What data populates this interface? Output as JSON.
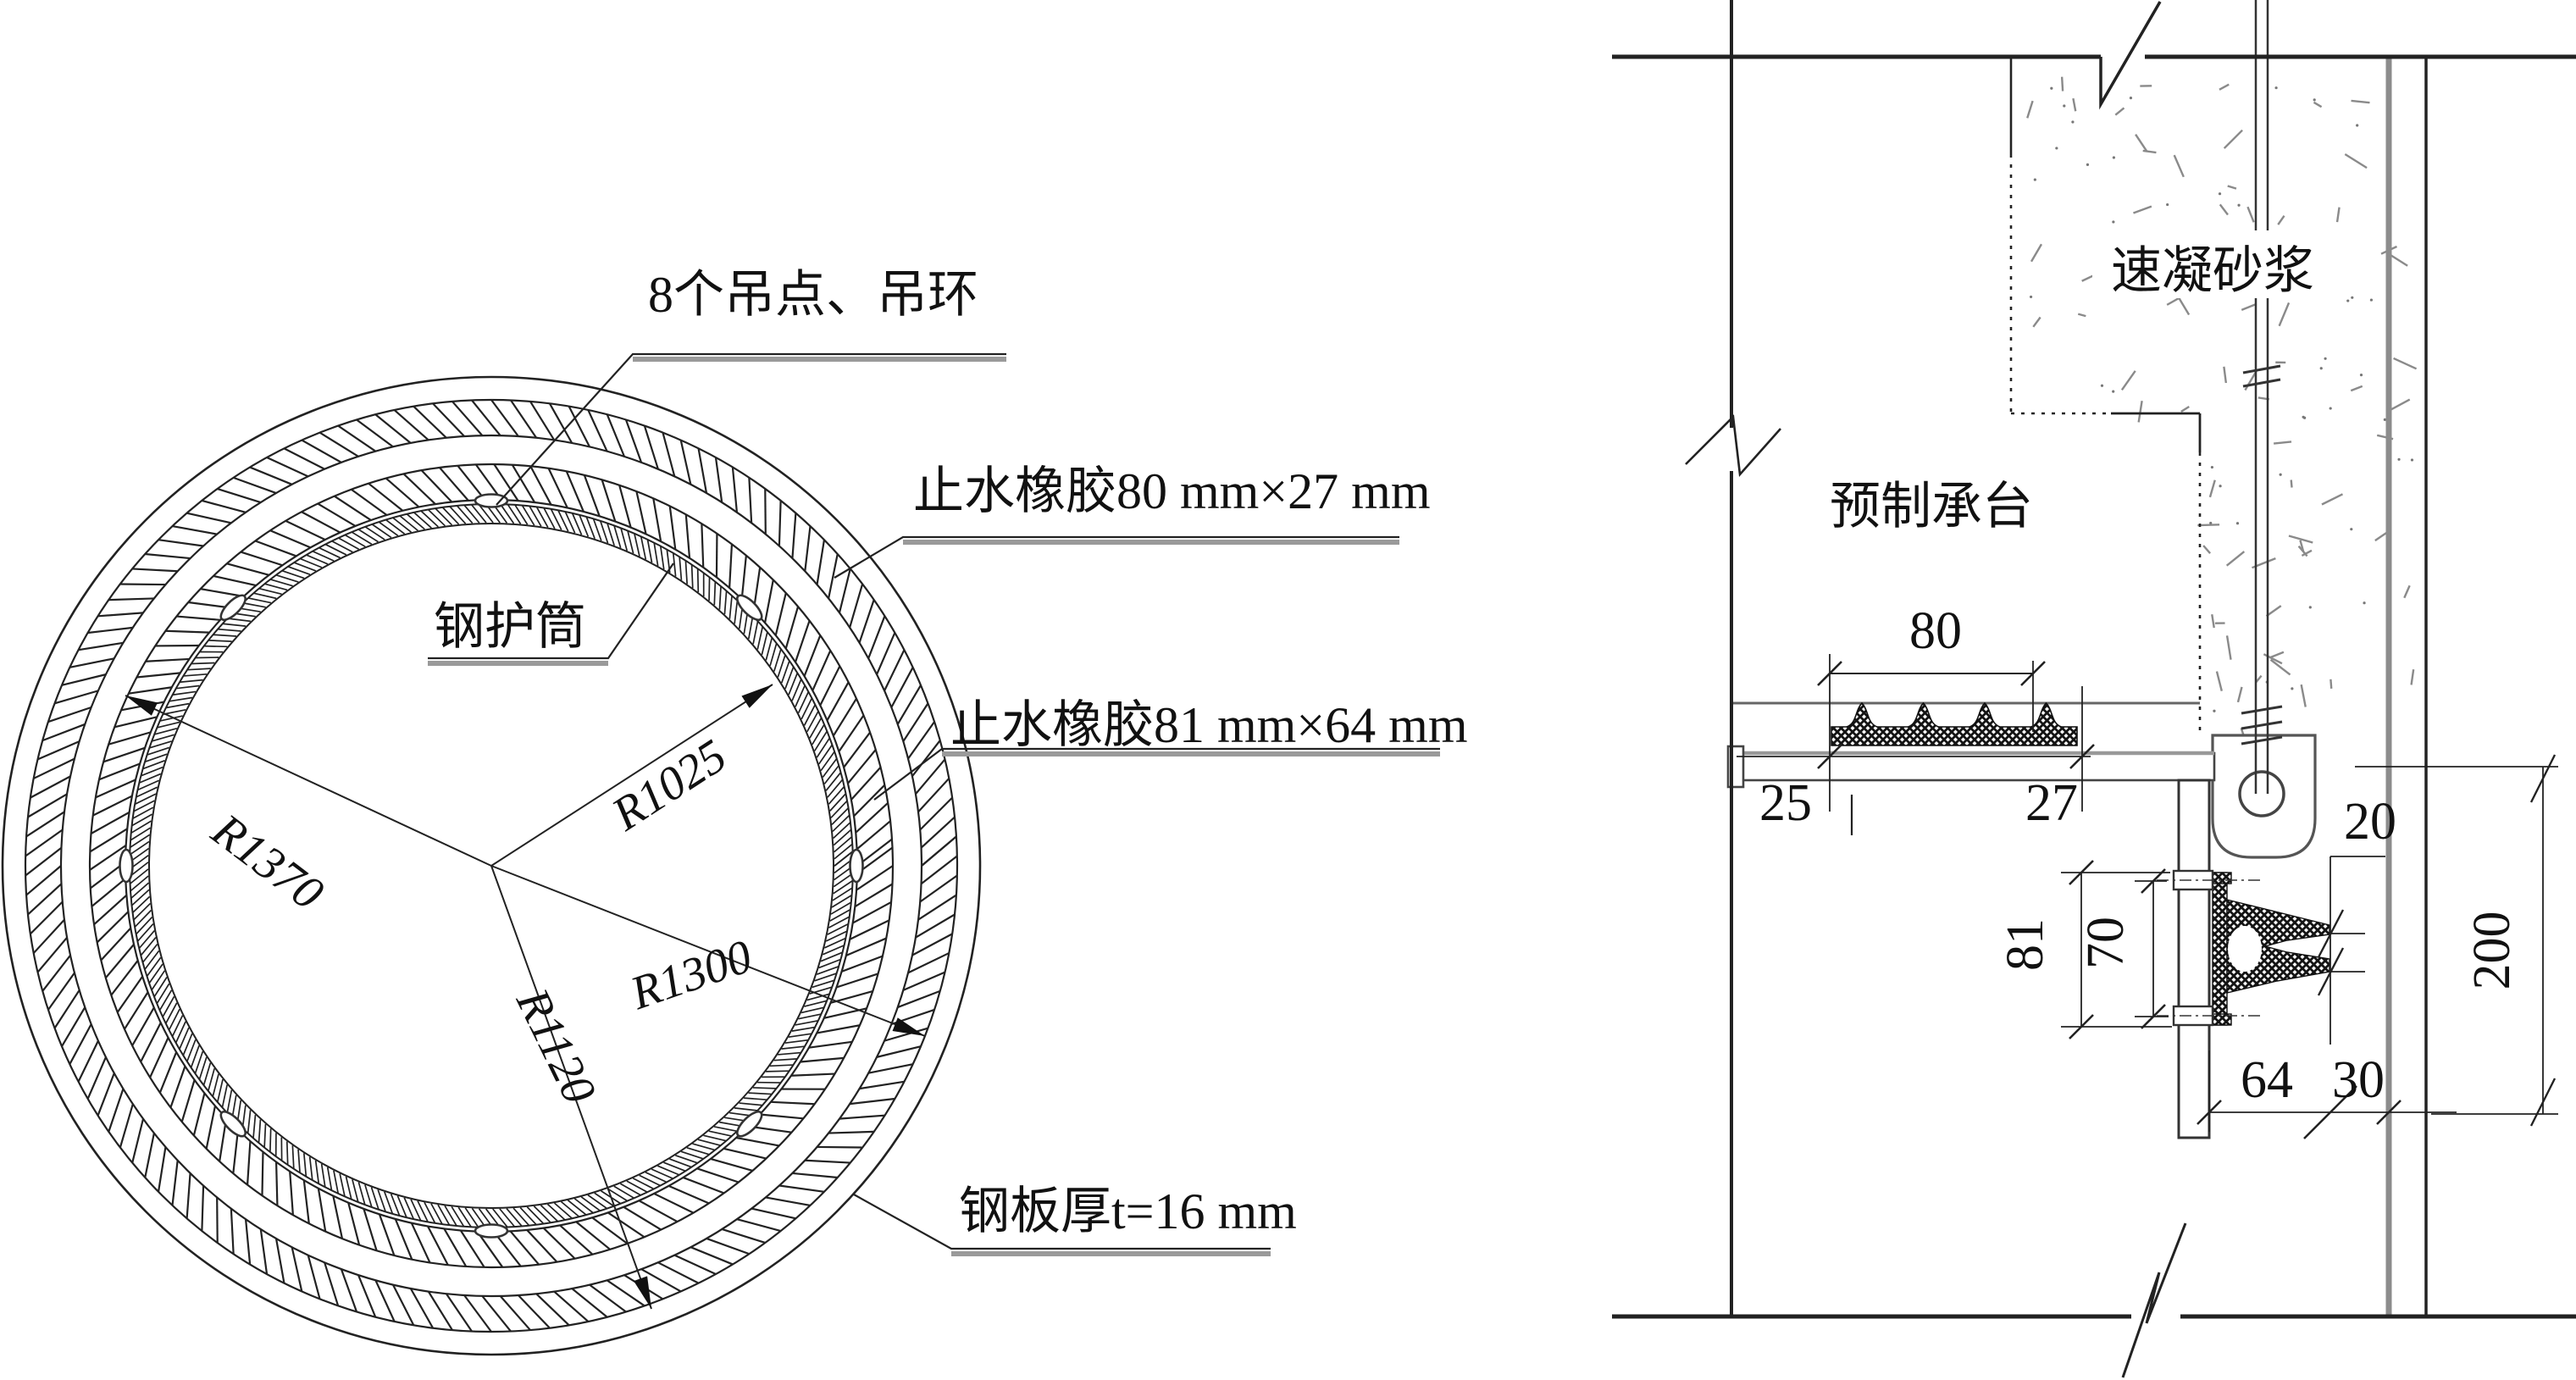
{
  "drawing": {
    "left_view": {
      "labels": {
        "lifting": "8个吊点、吊环",
        "rubber_top": "止水橡胶80 mm×27 mm",
        "casing": "钢护筒",
        "rubber_side": "止水橡胶81 mm×64 mm",
        "plate": "钢板厚t=16 mm"
      },
      "radii": {
        "r1370": "R1370",
        "r1025": "R1025",
        "r1300": "R1300",
        "r1120": "R1120"
      }
    },
    "right_view": {
      "labels": {
        "mortar": "速凝砂浆",
        "cap": "预制承台"
      },
      "dims": {
        "d80": "80",
        "d25": "25",
        "d27": "27",
        "d20": "20",
        "d81": "81",
        "d70": "70",
        "d200": "200",
        "d64": "64",
        "d30": "30"
      }
    },
    "colors": {
      "line": "#1c1c1c",
      "gray_wall": "#8c8c8c",
      "leader_shadow": "#9a9a9a",
      "background": "#ffffff"
    }
  }
}
